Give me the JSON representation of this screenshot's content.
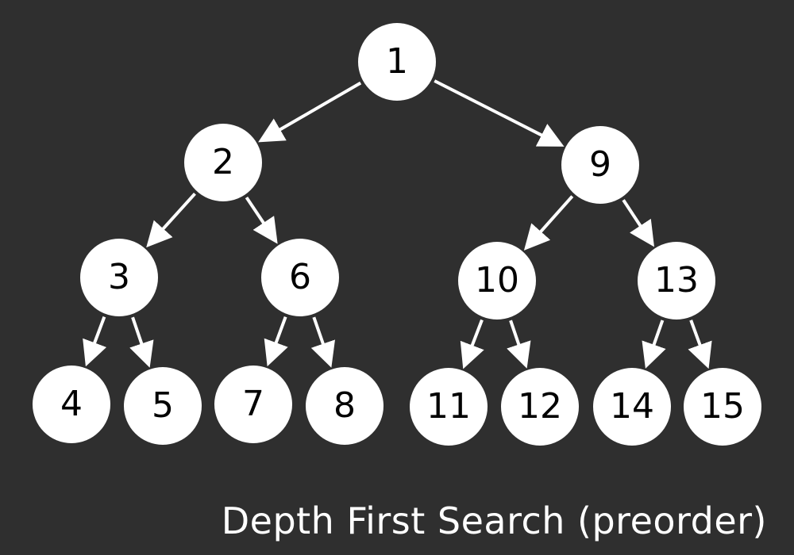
{
  "caption": "Depth First Search (preorder)",
  "colors": {
    "background": "#2f2f2f",
    "node_fill": "#ffffff",
    "edge": "#ffffff",
    "label": "#000000"
  },
  "nodes": [
    {
      "id": "n1",
      "label": "1"
    },
    {
      "id": "n2",
      "label": "2"
    },
    {
      "id": "n9",
      "label": "9"
    },
    {
      "id": "n3",
      "label": "3"
    },
    {
      "id": "n6",
      "label": "6"
    },
    {
      "id": "n10",
      "label": "10"
    },
    {
      "id": "n13",
      "label": "13"
    },
    {
      "id": "n4",
      "label": "4"
    },
    {
      "id": "n5",
      "label": "5"
    },
    {
      "id": "n7",
      "label": "7"
    },
    {
      "id": "n8",
      "label": "8"
    },
    {
      "id": "n11",
      "label": "11"
    },
    {
      "id": "n12",
      "label": "12"
    },
    {
      "id": "n14",
      "label": "14"
    },
    {
      "id": "n15",
      "label": "15"
    }
  ],
  "edges": [
    {
      "from": "n1",
      "to": "n2"
    },
    {
      "from": "n1",
      "to": "n9"
    },
    {
      "from": "n2",
      "to": "n3"
    },
    {
      "from": "n2",
      "to": "n6"
    },
    {
      "from": "n9",
      "to": "n10"
    },
    {
      "from": "n9",
      "to": "n13"
    },
    {
      "from": "n3",
      "to": "n4"
    },
    {
      "from": "n3",
      "to": "n5"
    },
    {
      "from": "n6",
      "to": "n7"
    },
    {
      "from": "n6",
      "to": "n8"
    },
    {
      "from": "n10",
      "to": "n11"
    },
    {
      "from": "n10",
      "to": "n12"
    },
    {
      "from": "n13",
      "to": "n14"
    },
    {
      "from": "n13",
      "to": "n15"
    }
  ]
}
